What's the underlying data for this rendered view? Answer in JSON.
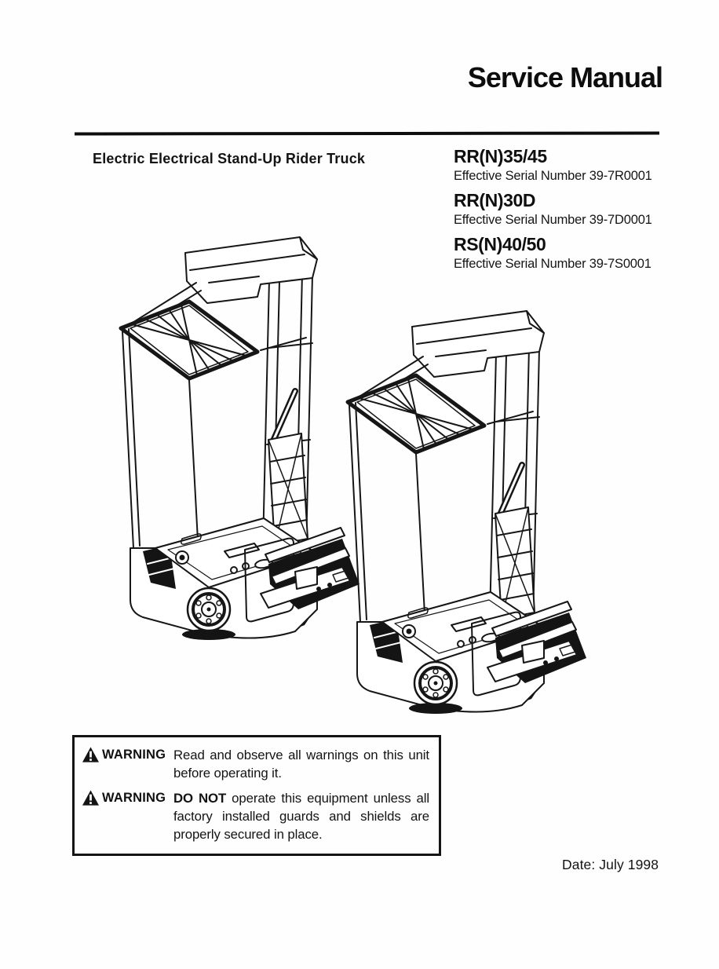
{
  "page": {
    "title": "Service Manual",
    "subtitle": "Electric Electrical Stand-Up Rider Truck",
    "date_line": "Date: July 1998"
  },
  "models": [
    {
      "name": "RR(N)35/45",
      "serial": "Effective Serial Number 39-7R0001"
    },
    {
      "name": "RR(N)30D",
      "serial": "Effective Serial Number 39-7D0001"
    },
    {
      "name": "RS(N)40/50",
      "serial": "Effective Serial Number 39-7S0001"
    }
  ],
  "warnings": [
    {
      "label": "WARNING",
      "bold_prefix": "",
      "text": "Read and observe all warnings on this unit before operating it."
    },
    {
      "label": "WARNING",
      "bold_prefix": "DO NOT",
      "text": "operate this equipment unless all factory installed guards and shields are properly secured in place."
    }
  ],
  "illustration": {
    "description": "Two stand-up rider reach forklift trucks, isometric line drawing"
  },
  "colors": {
    "ink": "#141414",
    "paper": "#fefefe"
  }
}
